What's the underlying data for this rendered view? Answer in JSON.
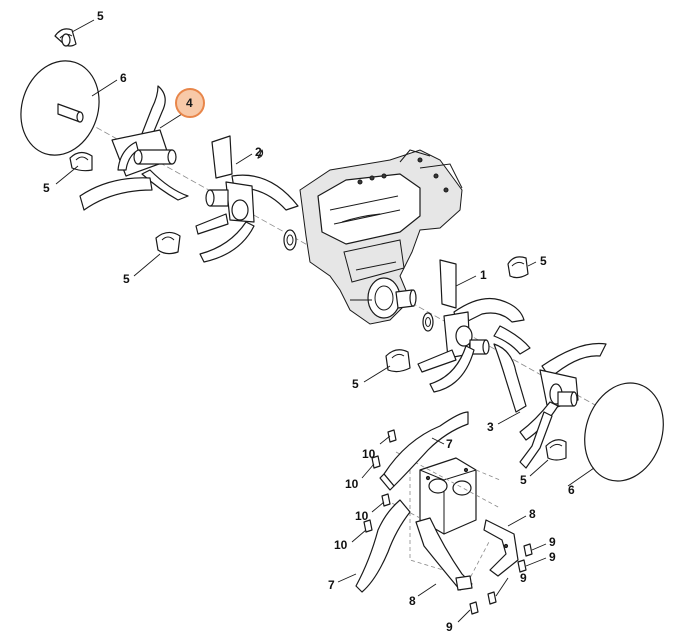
{
  "callouts": [
    {
      "id": "c5a",
      "text": "5"
    },
    {
      "id": "c6a",
      "text": "6"
    },
    {
      "id": "c4",
      "text": "4",
      "highlighted": true
    },
    {
      "id": "c2",
      "text": "2"
    },
    {
      "id": "c5b",
      "text": "5"
    },
    {
      "id": "c5c",
      "text": "5"
    },
    {
      "id": "c1",
      "text": "1"
    },
    {
      "id": "c5d",
      "text": "5"
    },
    {
      "id": "c5e",
      "text": "5"
    },
    {
      "id": "c3",
      "text": "3"
    },
    {
      "id": "c5f",
      "text": "5"
    },
    {
      "id": "c6b",
      "text": "6"
    },
    {
      "id": "c7a",
      "text": "7"
    },
    {
      "id": "c10a",
      "text": "10"
    },
    {
      "id": "c10b",
      "text": "10"
    },
    {
      "id": "c10c",
      "text": "10"
    },
    {
      "id": "c10d",
      "text": "10"
    },
    {
      "id": "c8a",
      "text": "8"
    },
    {
      "id": "c9a",
      "text": "9"
    },
    {
      "id": "c9b",
      "text": "9"
    },
    {
      "id": "c9c",
      "text": "9"
    },
    {
      "id": "c7b",
      "text": "7"
    },
    {
      "id": "c8b",
      "text": "8"
    },
    {
      "id": "c9d",
      "text": "9"
    }
  ],
  "colors": {
    "highlight_fill": "#f8c9a8",
    "highlight_stroke": "#e8864a",
    "line": "#1a1a1a",
    "background": "#ffffff"
  }
}
